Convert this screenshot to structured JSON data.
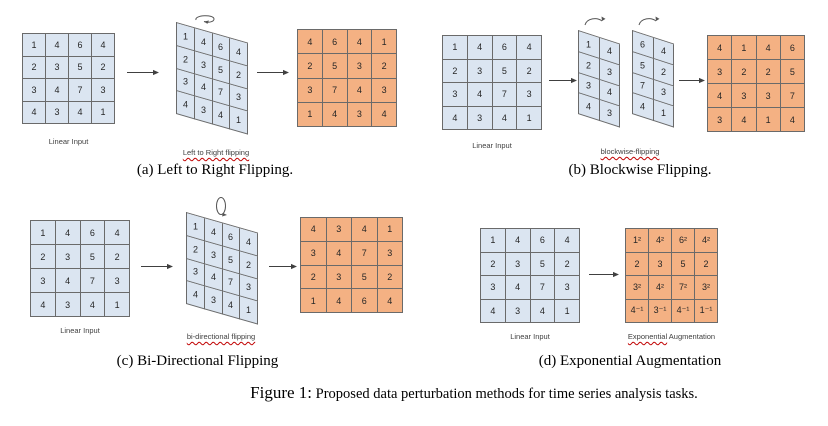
{
  "figure_caption": {
    "label": "Figure 1:",
    "text": " Proposed data perturbation methods for time series analysis tasks."
  },
  "colors": {
    "input_fill": "#dbe5f1",
    "output_fill": "#f4b183",
    "grid_line": "#6a6a6a",
    "underline_red": "#c00000",
    "arrow": "#404040"
  },
  "icons": {
    "arrow_right": "→",
    "flip_horizontal_loop": "⟲",
    "flip_block_arc": "↷",
    "flip_vertical_loop": "⟳"
  },
  "panels": {
    "a": {
      "caption": "(a) Left to Right Flipping.",
      "input_label": "Linear Input",
      "transform_label": "Left to Right flipping",
      "input_grid": [
        [
          "1",
          "4",
          "6",
          "4"
        ],
        [
          "2",
          "3",
          "5",
          "2"
        ],
        [
          "3",
          "4",
          "7",
          "3"
        ],
        [
          "4",
          "3",
          "4",
          "1"
        ]
      ],
      "transform_grid": [
        [
          "1",
          "4",
          "6",
          "4"
        ],
        [
          "2",
          "3",
          "5",
          "2"
        ],
        [
          "3",
          "4",
          "7",
          "3"
        ],
        [
          "4",
          "3",
          "4",
          "1"
        ]
      ],
      "output_grid": [
        [
          "4",
          "6",
          "4",
          "1"
        ],
        [
          "2",
          "5",
          "3",
          "2"
        ],
        [
          "3",
          "7",
          "4",
          "3"
        ],
        [
          "1",
          "4",
          "3",
          "4"
        ]
      ]
    },
    "b": {
      "caption": "(b) Blockwise Flipping.",
      "input_label": "Linear Input",
      "transform_label": "blockwise-flipping",
      "input_grid": [
        [
          "1",
          "4",
          "6",
          "4"
        ],
        [
          "2",
          "3",
          "5",
          "2"
        ],
        [
          "3",
          "4",
          "7",
          "3"
        ],
        [
          "4",
          "3",
          "4",
          "1"
        ]
      ],
      "block1_grid": [
        [
          "1",
          "4"
        ],
        [
          "2",
          "3"
        ],
        [
          "3",
          "4"
        ],
        [
          "4",
          "3"
        ]
      ],
      "block2_grid": [
        [
          "6",
          "4"
        ],
        [
          "5",
          "2"
        ],
        [
          "7",
          "3"
        ],
        [
          "4",
          "1"
        ]
      ],
      "output_grid": [
        [
          "4",
          "1",
          "4",
          "6"
        ],
        [
          "3",
          "2",
          "2",
          "5"
        ],
        [
          "4",
          "3",
          "3",
          "7"
        ],
        [
          "3",
          "4",
          "1",
          "4"
        ]
      ]
    },
    "c": {
      "caption": "(c) Bi-Directional Flipping",
      "input_label": "Linear Input",
      "transform_label": "bi-directional flipping",
      "input_grid": [
        [
          "1",
          "4",
          "6",
          "4"
        ],
        [
          "2",
          "3",
          "5",
          "2"
        ],
        [
          "3",
          "4",
          "7",
          "3"
        ],
        [
          "4",
          "3",
          "4",
          "1"
        ]
      ],
      "transform_grid": [
        [
          "1",
          "4",
          "6",
          "4"
        ],
        [
          "2",
          "3",
          "5",
          "2"
        ],
        [
          "3",
          "4",
          "7",
          "3"
        ],
        [
          "4",
          "3",
          "4",
          "1"
        ]
      ],
      "output_grid": [
        [
          "4",
          "3",
          "4",
          "1"
        ],
        [
          "3",
          "4",
          "7",
          "3"
        ],
        [
          "2",
          "3",
          "5",
          "2"
        ],
        [
          "1",
          "4",
          "6",
          "4"
        ]
      ]
    },
    "d": {
      "caption": "(d) Exponential Augmentation",
      "input_label": "Linear Input",
      "output_label_underlined": "Exponential",
      "output_label_rest": " Augmentation",
      "input_grid": [
        [
          "1",
          "4",
          "6",
          "4"
        ],
        [
          "2",
          "3",
          "5",
          "2"
        ],
        [
          "3",
          "4",
          "7",
          "3"
        ],
        [
          "4",
          "3",
          "4",
          "1"
        ]
      ],
      "output_grid": [
        [
          "1²",
          "4²",
          "6²",
          "4²"
        ],
        [
          "2",
          "3",
          "5",
          "2"
        ],
        [
          "3²",
          "4²",
          "7²",
          "3²"
        ],
        [
          "4⁻¹",
          "3⁻¹",
          "4⁻¹",
          "1⁻¹"
        ]
      ]
    }
  }
}
